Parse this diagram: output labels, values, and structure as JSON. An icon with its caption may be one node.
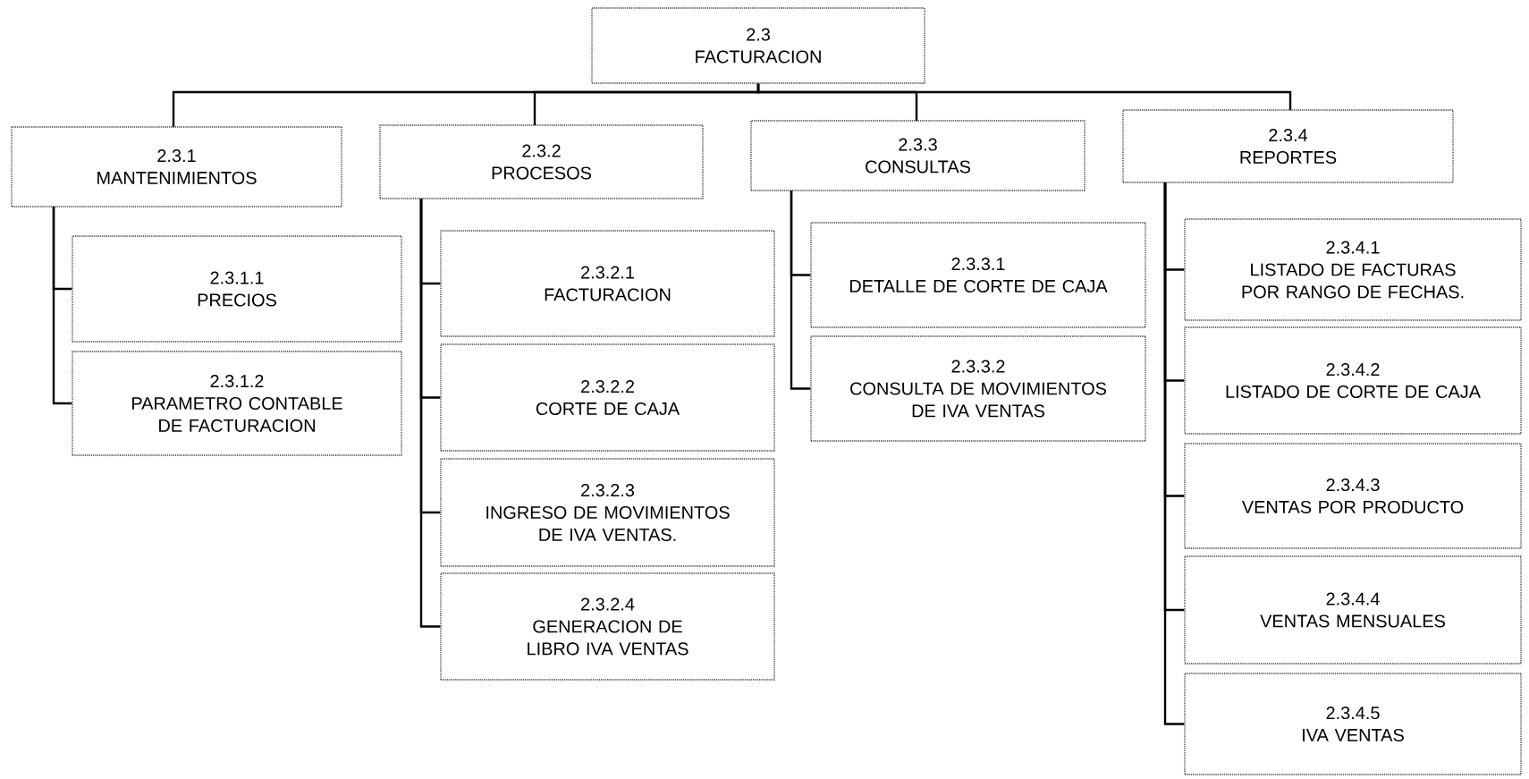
{
  "diagram": {
    "nodes": [
      {
        "text": [
          "2.3",
          "FACTURACION"
        ]
      },
      {
        "text": [
          "2.3.1",
          "MANTENIMIENTOS"
        ]
      },
      {
        "text": [
          "2.3.2",
          "PROCESOS"
        ]
      },
      {
        "text": [
          "2.3.3",
          "CONSULTAS"
        ]
      },
      {
        "text": [
          "2.3.4",
          "REPORTES"
        ]
      },
      {
        "text": [
          "2.3.1.1",
          "PRECIOS"
        ]
      },
      {
        "text": [
          "2.3.1.2",
          "PARAMETRO CONTABLE DE FACTURACION"
        ]
      },
      {
        "text": [
          "2.3.2.1",
          "FACTURACION"
        ]
      },
      {
        "text": [
          "2.3.2.2",
          "CORTE DE CAJA"
        ]
      },
      {
        "text": [
          "2.3.2.3",
          "INGRESO DE MOVIMIENTOS DE IVA VENTAS."
        ]
      },
      {
        "text": [
          "2.3.2.4",
          "GENERACION DE LIBRO IVA VENTAS"
        ]
      },
      {
        "text": [
          "2.3.3.1",
          "DETALLE DE CORTE DE CAJA"
        ]
      },
      {
        "text": [
          "2.3.3.2",
          "CONSULTA DE MOVIMIENTOS DE IVA VENTAS"
        ]
      },
      {
        "text": [
          "2.3.4.1",
          "LISTADO DE FACTURAS POR RANGO DE FECHAS."
        ]
      },
      {
        "text": [
          "2.3.4.2",
          "LISTADO DE CORTE DE CAJA"
        ]
      },
      {
        "text": [
          "2.3.4.3",
          "VENTAS POR PRODUCTO"
        ]
      },
      {
        "text": [
          "2.3.4.4",
          "VENTAS MENSUALES"
        ]
      },
      {
        "text": [
          "2.3.4.5",
          "IVA VENTAS"
        ]
      }
    ],
    "edges": [
      {
        "from": 0,
        "to": 1,
        "arrow": "none"
      },
      {
        "from": 0,
        "to": 2,
        "arrow": "none"
      },
      {
        "from": 0,
        "to": 3,
        "arrow": "none"
      },
      {
        "from": 0,
        "to": 4,
        "arrow": "none"
      },
      {
        "from": 1,
        "to": 5,
        "arrow": "none"
      },
      {
        "from": 1,
        "to": 6,
        "arrow": "none"
      },
      {
        "from": 2,
        "to": 7,
        "arrow": "none"
      },
      {
        "from": 2,
        "to": 8,
        "arrow": "none"
      },
      {
        "from": 2,
        "to": 9,
        "arrow": "none"
      },
      {
        "from": 2,
        "to": 10,
        "arrow": "none"
      },
      {
        "from": 3,
        "to": 11,
        "arrow": "none"
      },
      {
        "from": 3,
        "to": 12,
        "arrow": "none"
      },
      {
        "from": 4,
        "to": 13,
        "arrow": "none"
      },
      {
        "from": 4,
        "to": 14,
        "arrow": "none"
      },
      {
        "from": 4,
        "to": 15,
        "arrow": "none"
      },
      {
        "from": 4,
        "to": 16,
        "arrow": "none"
      },
      {
        "from": 4,
        "to": 17,
        "arrow": "none"
      }
    ]
  }
}
